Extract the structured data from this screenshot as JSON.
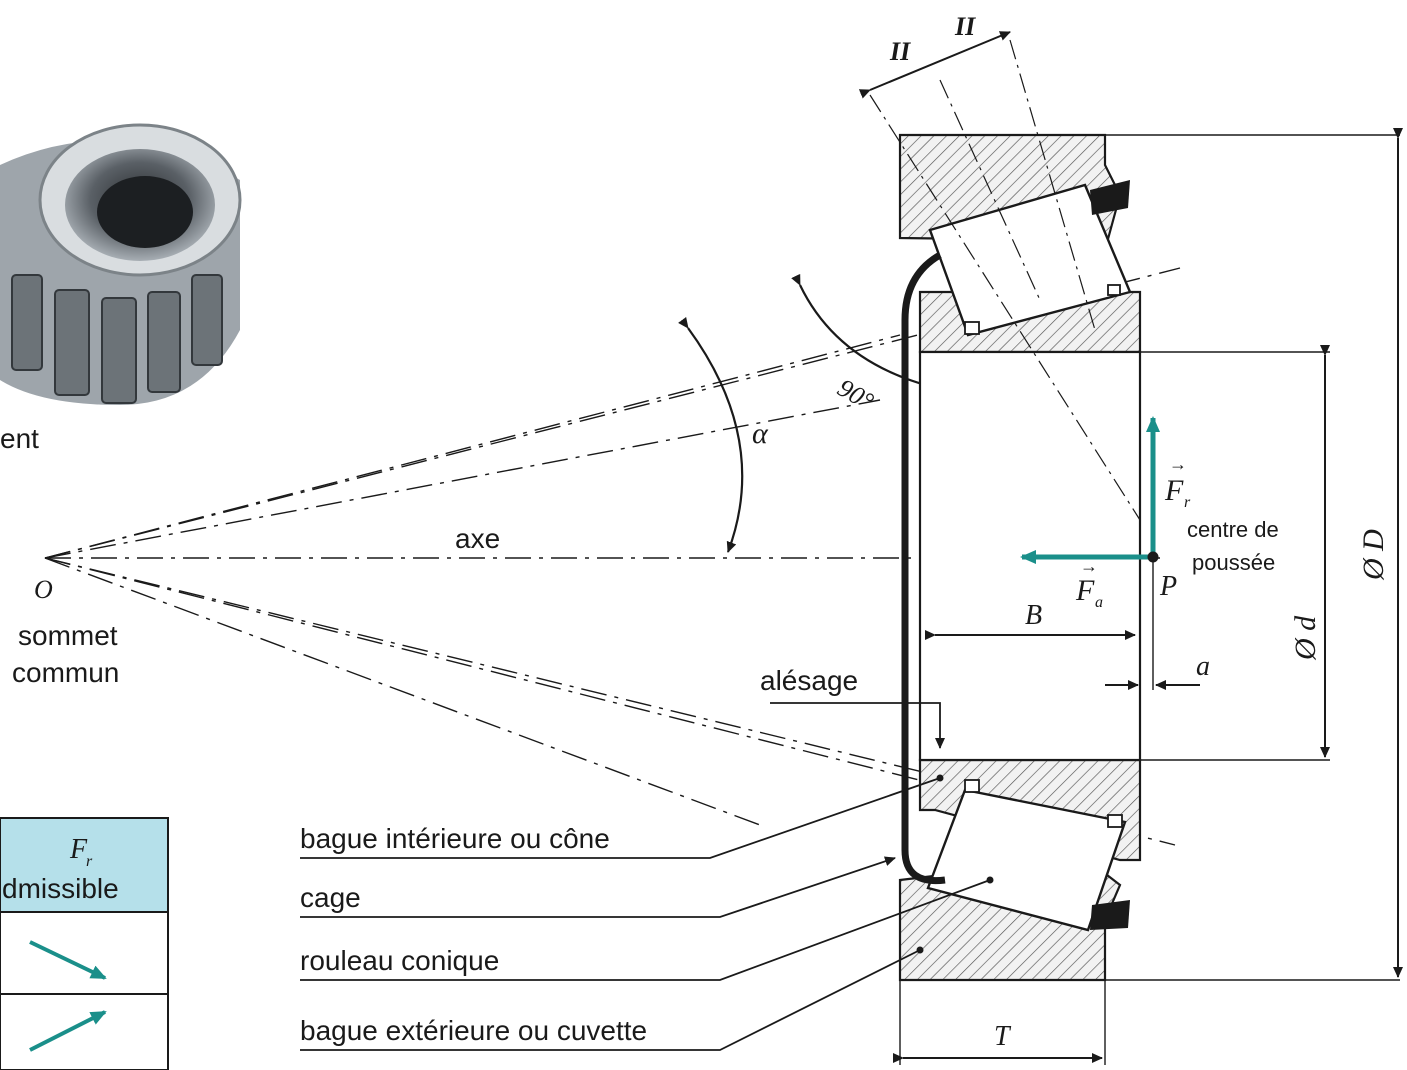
{
  "labels": {
    "photo_caption": "ent",
    "vertex_letter": "O",
    "vertex_caption_1": "sommet",
    "vertex_caption_2": "commun",
    "axis": "axe",
    "alpha": "α",
    "ninety": "90°",
    "ff": "II",
    "fr": "F",
    "fr_sub": "r",
    "fa": "F",
    "fa_sub": "a",
    "p_letter": "P",
    "thrust_1": "centre de",
    "thrust_2": "poussée",
    "b_dim": "B",
    "a_dim": "a",
    "d_small": "Ø d",
    "d_big": "Ø D",
    "t_dim": "T",
    "bore": "alésage",
    "inner_ring": "bague intérieure ou cône",
    "cage": "cage",
    "roller": "rouleau conique",
    "outer_ring": "bague extérieure ou cuvette"
  },
  "table": {
    "header_top": "F",
    "header_sub": "r",
    "header_bottom": "dmissible",
    "row_icons": [
      "arrow-down-right-icon",
      "arrow-up-right-icon"
    ]
  },
  "colors": {
    "force": "#1a8f8a",
    "header_bg": "#b5e0ea",
    "line": "#1a1a1a"
  }
}
